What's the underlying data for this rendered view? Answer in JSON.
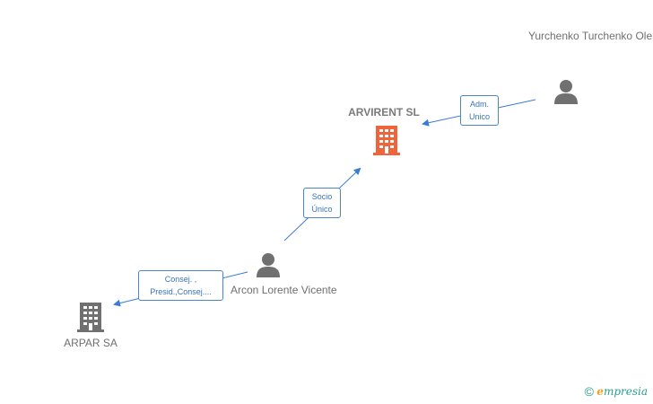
{
  "nodes": {
    "arvirent": {
      "label": "ARVIRENT SL",
      "kind": "company",
      "color": "#f0643c"
    },
    "yurchenko": {
      "lines": [
        "Yurchenko",
        "Turchenko",
        "Olena"
      ],
      "kind": "person",
      "color": "#707070"
    },
    "arcon": {
      "lines": [
        "Arcon",
        "Lorente",
        "Vicente"
      ],
      "kind": "person",
      "color": "#707070"
    },
    "arpar": {
      "label": "ARPAR SA",
      "kind": "company",
      "color": "#707070"
    }
  },
  "edges": {
    "yurchenko_arvirent": {
      "lines": [
        "Adm.",
        "Unico"
      ]
    },
    "arcon_arvirent": {
      "lines": [
        "Socio",
        "Único"
      ]
    },
    "arcon_arpar": {
      "lines": [
        "Consej. ,",
        "Presid.,Consej...."
      ]
    }
  },
  "colors": {
    "edge": "#3a7bd5",
    "edge_label_border": "#4a86c8"
  },
  "footer": {
    "copyright": "©",
    "brand_first": "e",
    "brand_rest": "mpresia"
  }
}
